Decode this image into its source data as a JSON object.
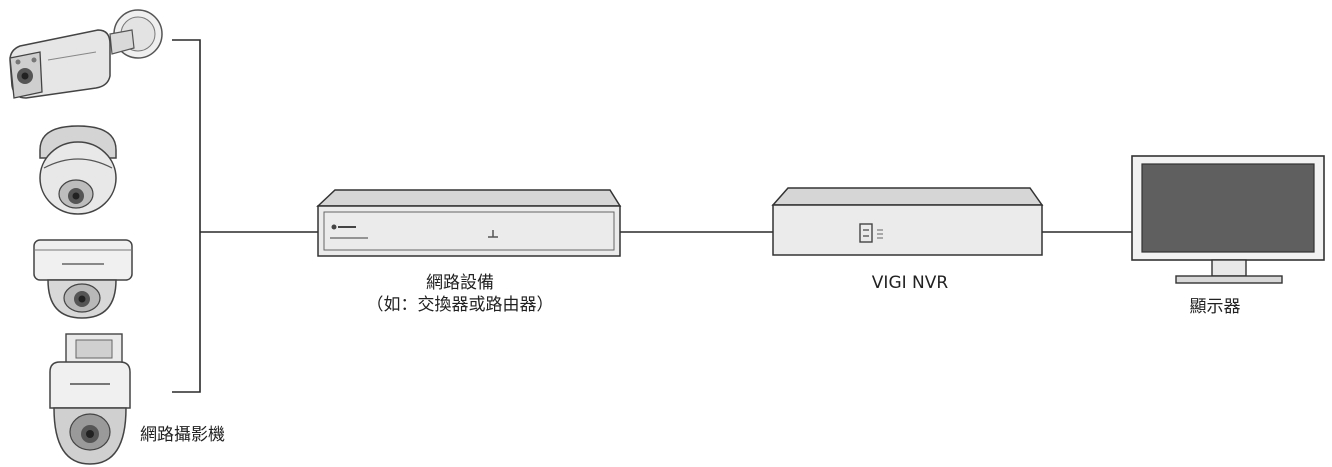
{
  "diagram": {
    "cameras_label": "網路攝影機",
    "network_device_label": "網路設備",
    "network_device_sublabel": "（如：交換器或路由器）",
    "nvr_label": "VIGI NVR",
    "monitor_label": "顯示器"
  },
  "colors": {
    "line": "#2a2a2a",
    "device_fill": "#ebebeb",
    "device_top": "#d6d6d6",
    "screen": "#5f5f5f"
  }
}
